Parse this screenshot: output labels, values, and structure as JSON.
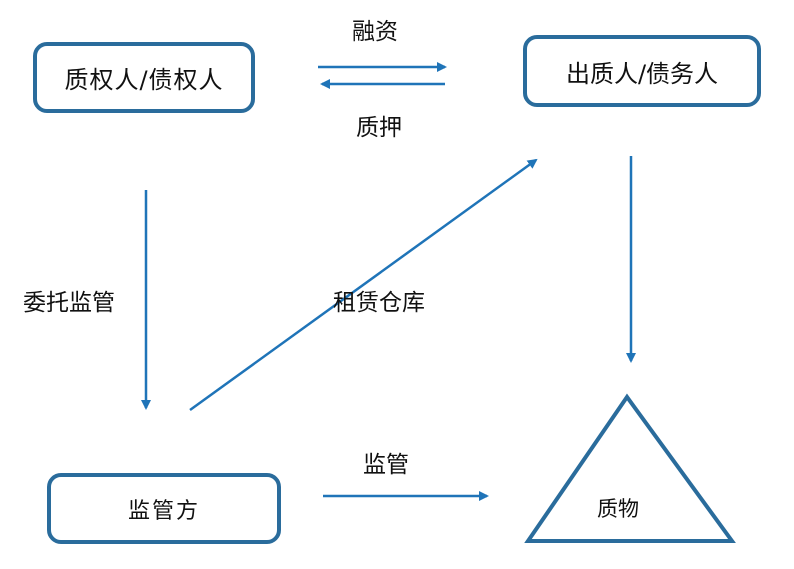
{
  "nodes": {
    "pledgee": "质权人/债权人",
    "pledgor": "出质人/债务人",
    "supervisor": "监管方",
    "goods": "质物"
  },
  "edges": {
    "finance": "融资",
    "pledge": "质押",
    "entrust": "委托监管",
    "lease": "租赁仓库",
    "supervise": "监管"
  },
  "colors": {
    "stroke": "#2a6c9c",
    "arrow": "#1f74b8",
    "text": "#111111"
  }
}
